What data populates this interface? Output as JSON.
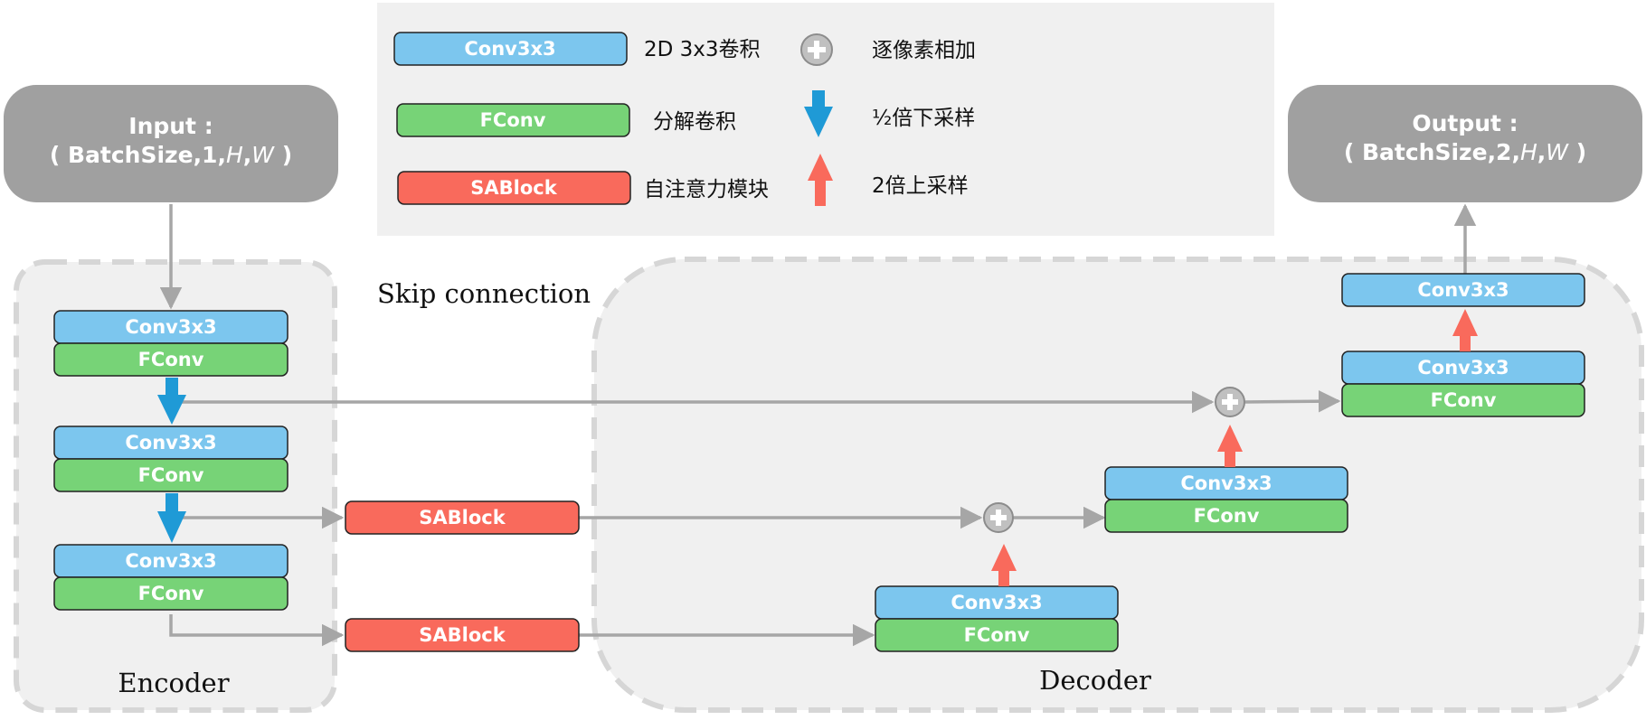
{
  "legend": {
    "conv_label": "Conv3x3",
    "conv_desc": "2D 3x3卷积",
    "fconv_label": "FConv",
    "fconv_desc": "分解卷积",
    "sablock_label": "SABlock",
    "sablock_desc": "自注意力模块",
    "add_desc": "逐像素相加",
    "down_desc": "½倍下采样",
    "up_desc": "2倍上采样"
  },
  "input": {
    "title": "Input :",
    "shape_prefix": "( BatchSize,1,",
    "h": "H",
    "sep": ",",
    "w": "W",
    "close": " )"
  },
  "output": {
    "title": "Output :",
    "shape_prefix": "( BatchSize,2,",
    "h": "H",
    "sep": ",",
    "w": "W",
    "close": " )"
  },
  "labels": {
    "skip": "Skip connection",
    "encoder": "Encoder",
    "decoder": "Decoder"
  },
  "blocks": {
    "conv": "Conv3x3",
    "fconv": "FConv",
    "sablock": "SABlock"
  },
  "colors": {
    "conv": "#7cc6ee",
    "fconv": "#77d377",
    "sablock": "#f96a5c",
    "io_box": "#a0a0a0",
    "down_arrow": "#1f9ad6",
    "up_arrow": "#f96a5c",
    "line": "#a6a6a6",
    "panel": "#f0f0f0"
  }
}
